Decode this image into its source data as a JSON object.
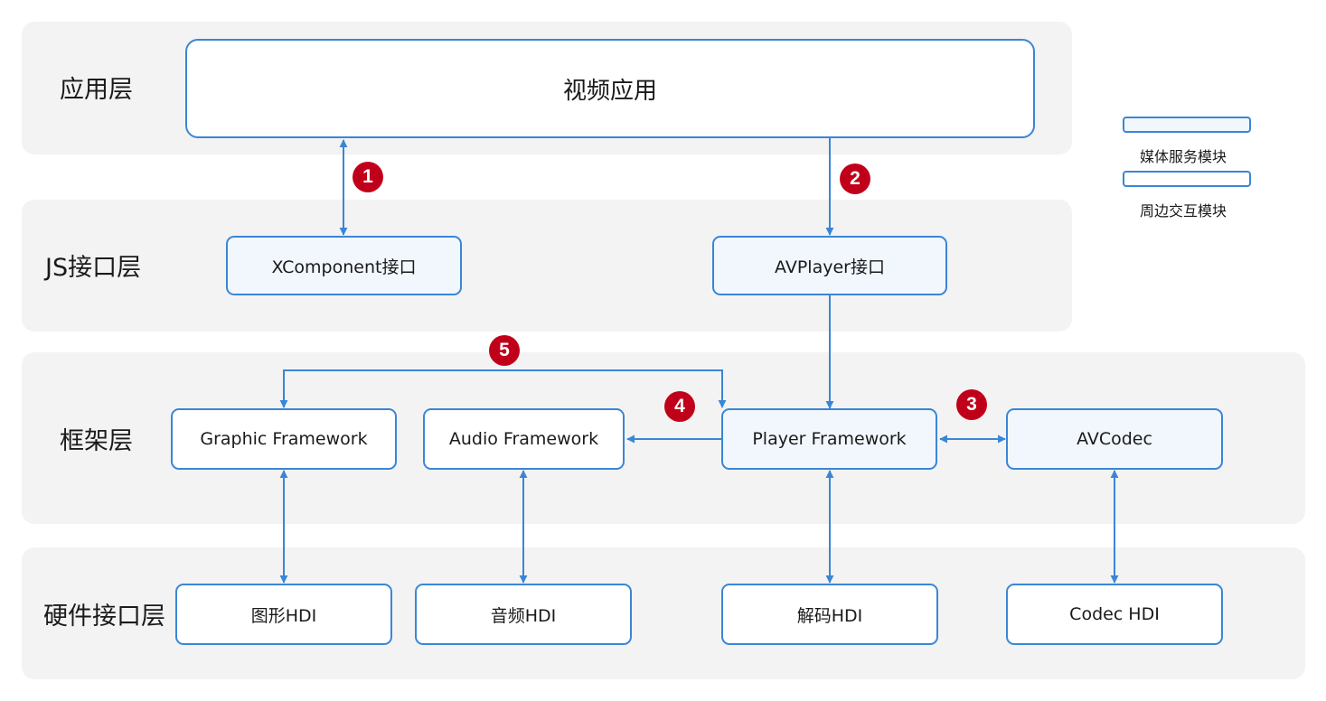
{
  "layers": {
    "app": "应用层",
    "js": "JS接口层",
    "framework": "框架层",
    "hdi": "硬件接口层"
  },
  "boxes": {
    "video_app": "视频应用",
    "xcomponent": "XComponent接口",
    "avplayer": "AVPlayer接口",
    "graphic_framework": "Graphic Framework",
    "audio_framework": "Audio Framework",
    "player_framework": "Player Framework",
    "avcodec": "AVCodec",
    "graphic_hdi": "图形HDI",
    "audio_hdi": "音频HDI",
    "decode_hdi": "解码HDI",
    "codec_hdi": "Codec HDI"
  },
  "badges": [
    "1",
    "2",
    "3",
    "4",
    "5"
  ],
  "legend": {
    "media_service": "媒体服务模块",
    "peripheral": "周边交互模块"
  },
  "colors": {
    "line": "#3a86d6",
    "badge": "#c0001a",
    "layer_bg": "#f3f3f3",
    "media_fill": "#f1f7fd"
  }
}
